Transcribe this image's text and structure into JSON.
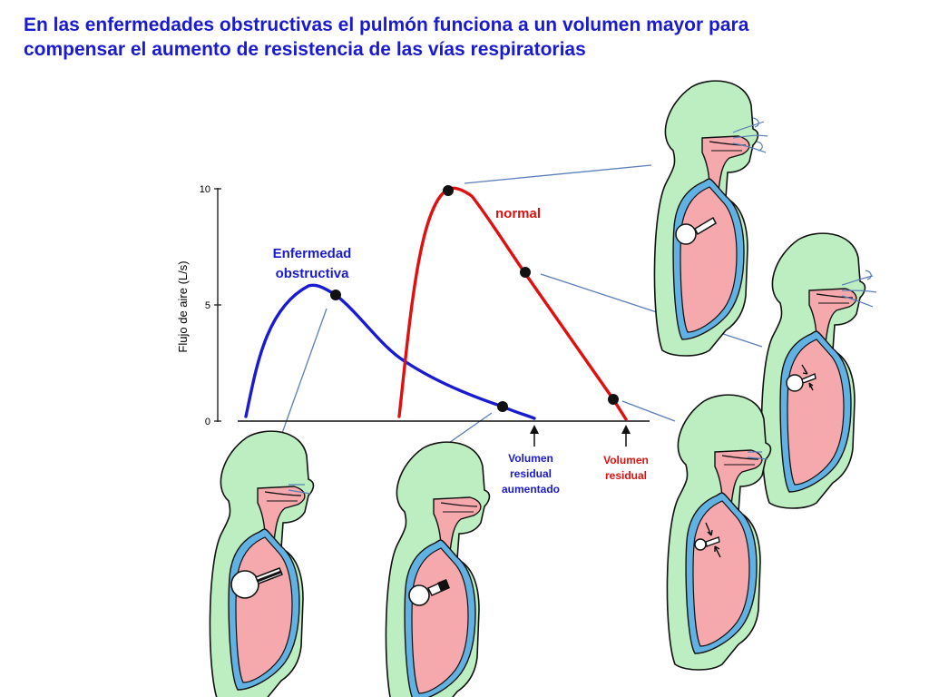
{
  "title": {
    "line1": "En las enfermedades obstructivas el pulmón funciona a un volumen mayor para",
    "line2": "compensar el aumento de resistencia de las vías respiratorias"
  },
  "colors": {
    "normal": "#e01010",
    "obstructive": "#1a1ad0",
    "skin": "#bdeec2",
    "airway": "#f5a9ad",
    "pleura": "#61b2e2",
    "connector": "#5a7eb8"
  },
  "labels": {
    "obstructive_line1": "Enfermedad",
    "obstructive_line2": "obstructiva",
    "normal": "normal",
    "rv_increased_line1": "Volumen",
    "rv_increased_line2": "residual",
    "rv_increased_line3": "aumentado",
    "rv_normal_line1": "Volumen",
    "rv_normal_line2": "residual"
  },
  "chart_data": {
    "type": "line",
    "ylabel": "Flujo de aire (L/s)",
    "xlabel": "",
    "ylim": [
      0,
      10
    ],
    "y_ticks": [
      "0",
      "5",
      "10"
    ],
    "series": [
      {
        "name": "normal",
        "peak_flow": 10,
        "marked_flows": [
          10,
          6.4,
          0.9,
          0
        ]
      },
      {
        "name": "Enfermedad obstructiva",
        "peak_flow": 5.8,
        "marked_flows": [
          5.4,
          0.6,
          0.1
        ]
      }
    ]
  }
}
